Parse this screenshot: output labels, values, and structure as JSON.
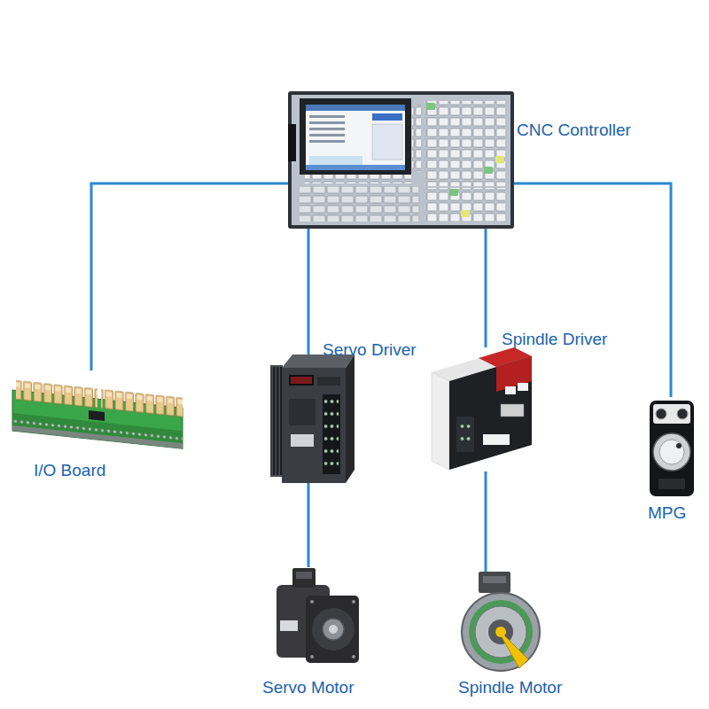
{
  "diagram": {
    "nodes": [
      {
        "text": [
          "CNC Controller"
        ]
      },
      {
        "text": [
          "I/O Board"
        ]
      },
      {
        "text": [
          "Servo Driver"
        ]
      },
      {
        "text": [
          "Spindle Driver"
        ]
      },
      {
        "text": [
          "MPG"
        ]
      },
      {
        "text": [
          "Servo Motor"
        ]
      },
      {
        "text": [
          "Spindle Motor"
        ]
      }
    ],
    "edges": [
      {
        "from": 0,
        "to": 1,
        "arrow": "none"
      },
      {
        "from": 0,
        "to": 2,
        "arrow": "none"
      },
      {
        "from": 0,
        "to": 3,
        "arrow": "none"
      },
      {
        "from": 0,
        "to": 4,
        "arrow": "none"
      },
      {
        "from": 2,
        "to": 5,
        "arrow": "none"
      },
      {
        "from": 3,
        "to": 6,
        "arrow": "none"
      }
    ]
  }
}
